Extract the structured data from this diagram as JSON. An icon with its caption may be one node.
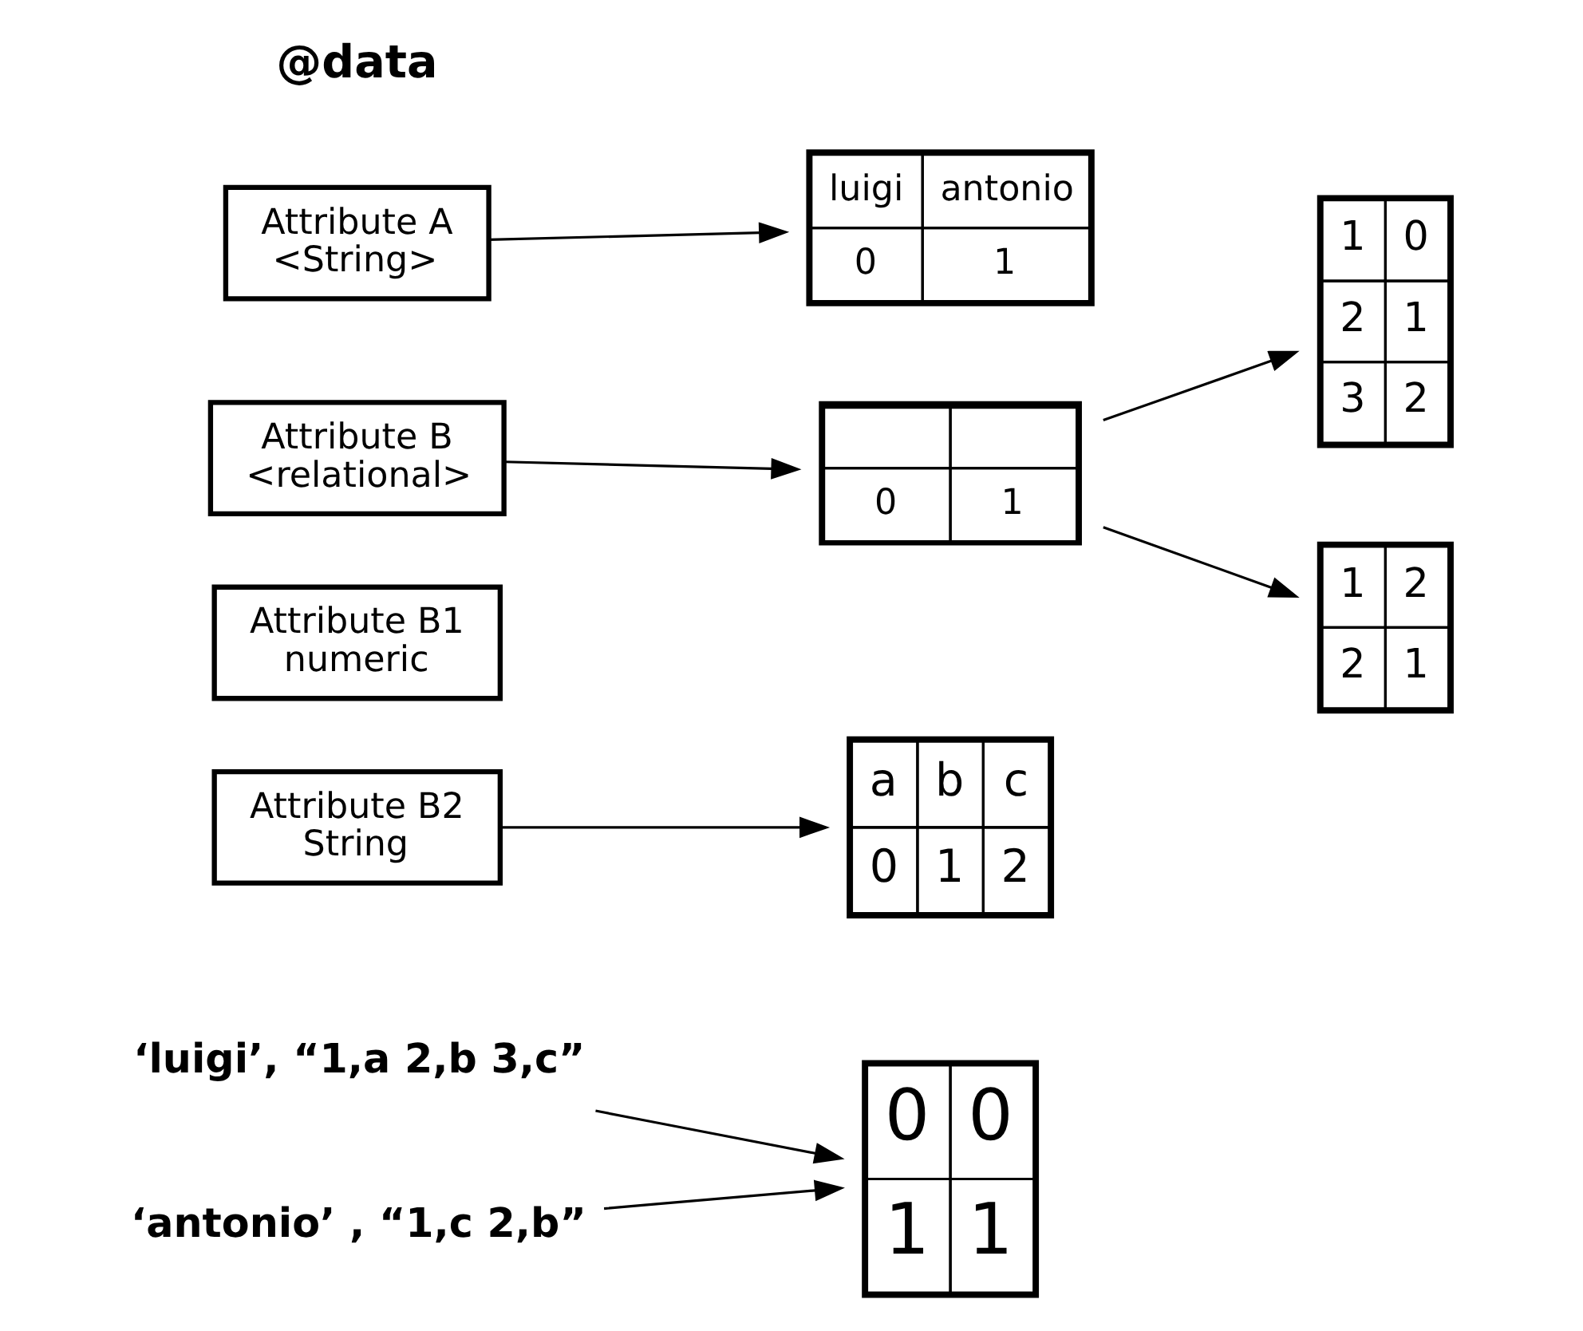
{
  "diagram": {
    "nodes": [
      {
        "text": [
          "‘luigi’, “1,a 2,b 3,c”"
        ]
      },
      {
        "text": [
          "‘antonio’ , “1,c 2,b”"
        ]
      },
      {
        "text": [
          "0",
          "0",
          "1",
          "1"
        ]
      },
      {
        "text": [
          "Attribute A",
          "<String>"
        ]
      },
      {
        "text": [
          "luigi",
          "antonio",
          "0",
          "1"
        ]
      },
      {
        "text": [
          "Attribute B",
          "<relational>"
        ]
      },
      {
        "text": [
          "0",
          "1"
        ]
      },
      {
        "text": [
          "1",
          "0",
          "2",
          "1",
          "3",
          "2"
        ]
      },
      {
        "text": [
          "1",
          "2",
          "2",
          "1"
        ]
      },
      {
        "text": [
          "Attribute B1",
          "numeric"
        ]
      },
      {
        "text": [
          "Attribute B2",
          "String"
        ]
      },
      {
        "text": [
          "a",
          "b",
          "c",
          "0",
          "1",
          "2"
        ]
      }
    ],
    "edges": [
      {
        "from": 0,
        "to": 2,
        "arrow": "to"
      },
      {
        "from": 1,
        "to": 2,
        "arrow": "to"
      },
      {
        "from": 3,
        "to": 4,
        "arrow": "to"
      },
      {
        "from": 5,
        "to": 6,
        "arrow": "to"
      },
      {
        "from": 6,
        "to": 7,
        "arrow": "to"
      },
      {
        "from": 6,
        "to": 8,
        "arrow": "to"
      },
      {
        "from": 10,
        "to": 11,
        "arrow": "to"
      }
    ],
    "labels": [
      "@data"
    ]
  }
}
